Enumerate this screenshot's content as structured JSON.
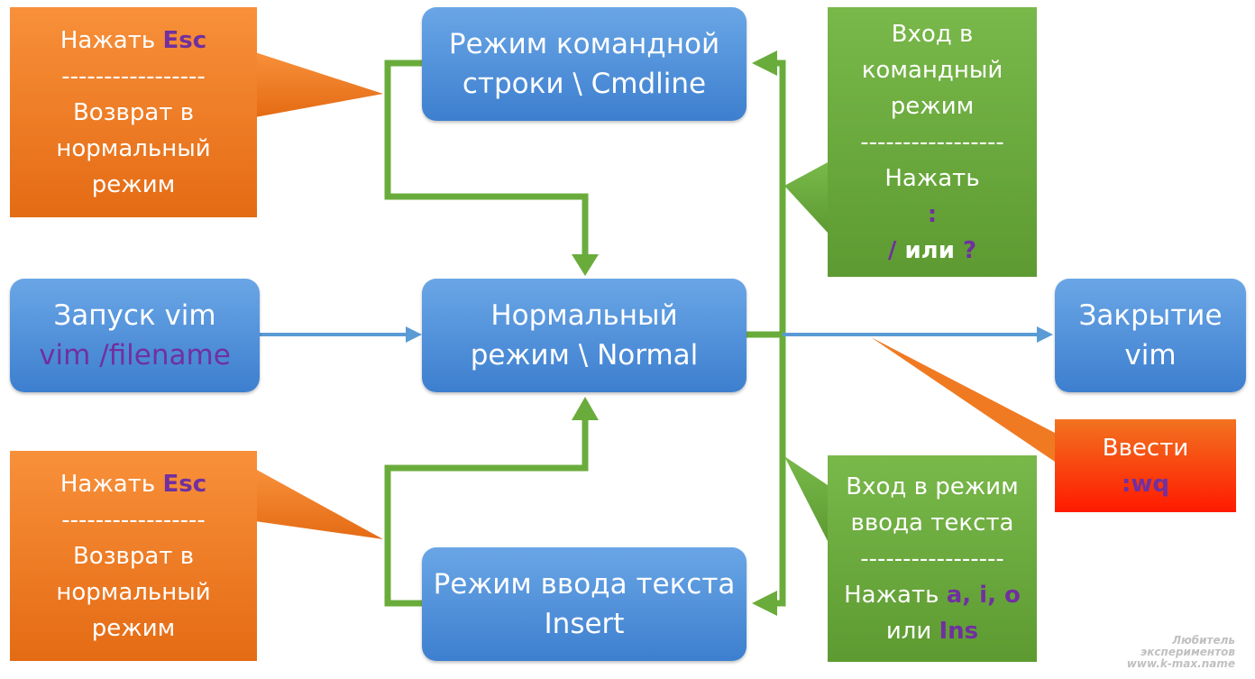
{
  "nodes": {
    "cmdline": {
      "line1": "Режим командной",
      "line2": "строки \\ Cmdline"
    },
    "normal": {
      "line1": "Нормальный",
      "line2": "режим \\ Normal"
    },
    "start": {
      "line1": "Запуск vim",
      "line2": "vim /filename"
    },
    "insert": {
      "line1": "Режим ввода текста",
      "line2": "Insert"
    },
    "close": {
      "line1": "Закрытие",
      "line2": "vim"
    }
  },
  "callouts": {
    "esc_top": {
      "press": "Нажать ",
      "key": "Esc",
      "dashes": "-----------------",
      "line1": "Возврат в",
      "line2": "нормальный",
      "line3": "режим"
    },
    "esc_bottom": {
      "press": "Нажать ",
      "key": "Esc",
      "dashes": "-----------------",
      "line1": "Возврат в",
      "line2": "нормальный",
      "line3": "режим"
    },
    "enter_cmd": {
      "line1": "Вход в",
      "line2": "командный",
      "line3": "режим",
      "dashes": "-----------------",
      "press": "Нажать",
      "key1": ":",
      "key2": "/",
      "or": " или ",
      "key3": "?"
    },
    "enter_insert": {
      "line1": "Вход в режим",
      "line2": "ввода текста",
      "dashes": "-----------------",
      "press": "Нажать ",
      "keys": "a, i, o",
      "or": "или ",
      "key_ins": "Ins"
    },
    "wq": {
      "line1": "Ввести",
      "key": ":wq"
    }
  },
  "watermark": {
    "line1": "Любитель",
    "line2": "экспериментов",
    "line3": "www.k-max.name"
  },
  "colors": {
    "node_blue": "#4a8fdb",
    "arrow_green": "#6aac3c",
    "arrow_blue": "#5b9bd5",
    "callout_orange": "#f07a22",
    "callout_green": "#6aac3c",
    "callout_red": "#ff2a00",
    "key_purple": "#7030a0"
  }
}
